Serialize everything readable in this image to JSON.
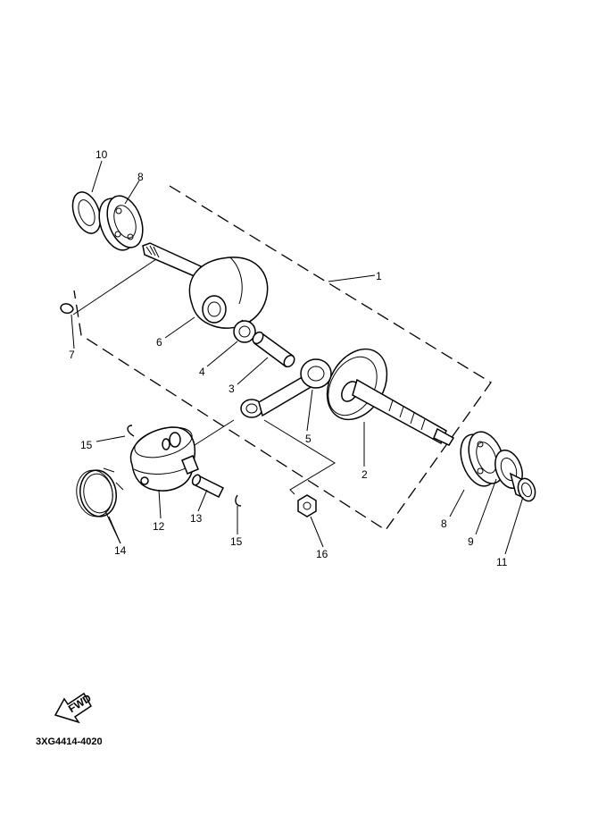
{
  "callouts": [
    {
      "id": "c10",
      "text": "10"
    },
    {
      "id": "c8a",
      "text": "8"
    },
    {
      "id": "c1",
      "text": "1"
    },
    {
      "id": "c7",
      "text": "7"
    },
    {
      "id": "c6",
      "text": "6"
    },
    {
      "id": "c4",
      "text": "4"
    },
    {
      "id": "c3",
      "text": "3"
    },
    {
      "id": "c5",
      "text": "5"
    },
    {
      "id": "c2",
      "text": "2"
    },
    {
      "id": "c15a",
      "text": "15"
    },
    {
      "id": "c12",
      "text": "12"
    },
    {
      "id": "c13",
      "text": "13"
    },
    {
      "id": "c15b",
      "text": "15"
    },
    {
      "id": "c14",
      "text": "14"
    },
    {
      "id": "c16",
      "text": "16"
    },
    {
      "id": "c8b",
      "text": "8"
    },
    {
      "id": "c9",
      "text": "9"
    },
    {
      "id": "c11",
      "text": "11"
    }
  ],
  "fwd_label": "FWD",
  "drawing_code": "3XG4414-4020"
}
